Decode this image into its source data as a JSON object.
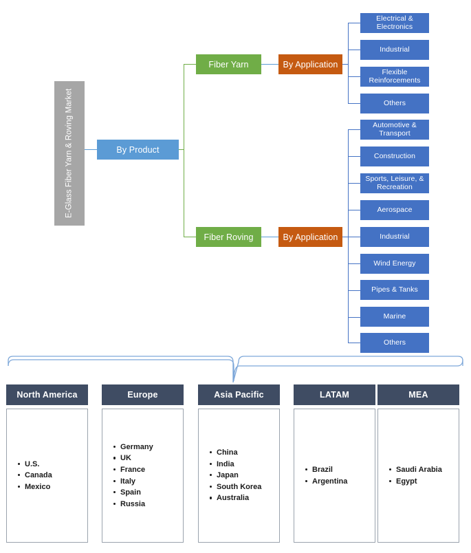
{
  "diagram": {
    "root": {
      "label": "E-Glass Fiber Yarn & Roving Market"
    },
    "segment": {
      "label": "By Product"
    },
    "branches": [
      {
        "label": "Fiber Yarn",
        "application_label": "By Application",
        "applications": [
          "Electrical & Electronics",
          "Industrial",
          "Flexible Reinforcements",
          "Others"
        ]
      },
      {
        "label": "Fiber Roving",
        "application_label": "By Application",
        "applications": [
          "Automotive & Transport",
          "Construction",
          "Sports, Leisure, & Recreation",
          "Aerospace",
          "Industrial",
          "Wind Energy",
          "Pipes & Tanks",
          "Marine",
          "Others"
        ]
      }
    ]
  },
  "regions": [
    {
      "name": "North America",
      "countries": [
        "U.S.",
        "Canada",
        "Mexico"
      ]
    },
    {
      "name": "Europe",
      "countries": [
        "Germany",
        "UK",
        "France",
        "Italy",
        "Spain",
        "Russia"
      ]
    },
    {
      "name": "Asia Pacific",
      "countries": [
        "China",
        "India",
        "Japan",
        "South Korea",
        "Australia"
      ]
    },
    {
      "name": "LATAM",
      "countries": [
        "Brazil",
        "Argentina"
      ]
    },
    {
      "name": "MEA",
      "countries": [
        "Saudi Arabia",
        "Egypt"
      ]
    }
  ],
  "colors": {
    "root": "#a6a6a6",
    "segment": "#5b9bd5",
    "product": "#70ad47",
    "application": "#c55a11",
    "leaf": "#4472c4",
    "region_header": "#3f4c63",
    "connector": "#5b9bd5"
  }
}
